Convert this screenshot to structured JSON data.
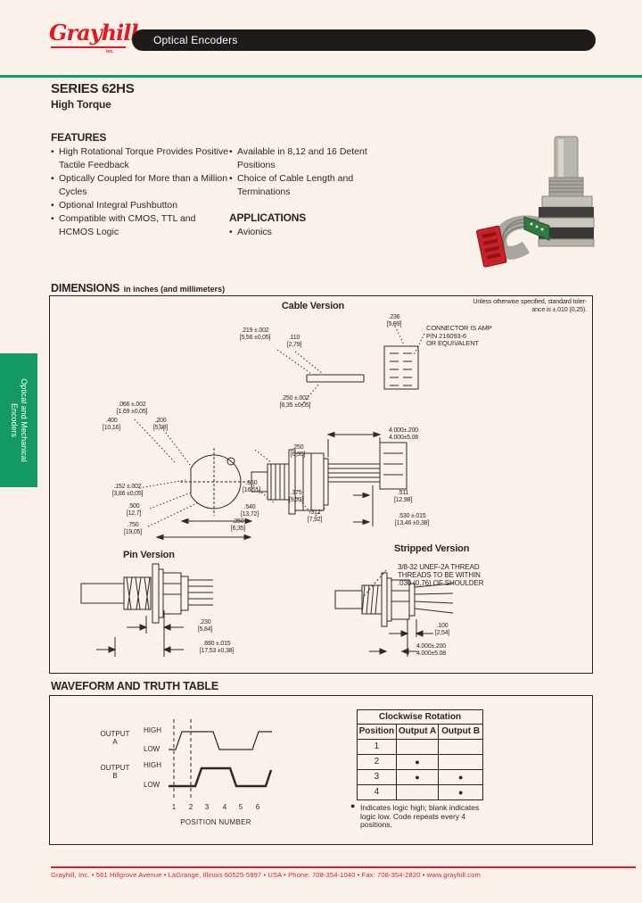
{
  "colors": {
    "background": "#f9f1ea",
    "red": "#e01b24",
    "green": "#129a62",
    "black": "#1f1b1a"
  },
  "header": {
    "logo": "Grayhill",
    "logo_sub": "inc.",
    "banner": "Optical Encoders"
  },
  "title_block": {
    "series": "SERIES 62HS",
    "subtitle": "High Torque"
  },
  "sidebar": {
    "line1": "Optical and Mechanical",
    "line2": "Encoders"
  },
  "features": {
    "heading": "FEATURES",
    "col1": [
      "High Rotational Torque Provides Positive Tactile Feedback",
      "Optically Coupled for More than a Million Cycles",
      "Optional Integral Pushbutton",
      "Compatible with CMOS, TTL and HCMOS Logic"
    ],
    "col2": [
      "Available in 8,12 and 16 Detent Positions",
      "Choice of Cable Length and Terminations"
    ]
  },
  "applications": {
    "heading": "APPLICATIONS",
    "items": [
      "Avionics"
    ]
  },
  "dimensions": {
    "heading": "DIMENSIONS",
    "units_note": "in inches (and millimeters)",
    "tolerance_line1": "Unless otherwise specified, standard toler-",
    "tolerance_line2": "ance is ±.010 (0,25).",
    "cable_label": "Cable Version",
    "pin_label": "Pin Version",
    "stripped_label": "Stripped Version",
    "connector_note": [
      "CONNECTOR IS AMP",
      "P/N 216093-6",
      "OR EQUIVALENT"
    ],
    "thread_note": [
      "3/8-32 UNEF-2A THREAD",
      "THREADS TO BE WITHIN",
      ".030 (0,76) OF SHOULDER"
    ],
    "cable_dims": [
      {
        "in": ".219 ±.002",
        "mm": "[5,56 ±0,05]"
      },
      {
        "in": ".110",
        "mm": "[2,79]"
      },
      {
        "in": ".236",
        "mm": "[5,99]"
      },
      {
        "in": ".250 ±.002",
        "mm": "[6,35 ±0,05]"
      },
      {
        "in": ".066 ±.002",
        "mm": "[1,69 ±0,05]"
      },
      {
        "in": ".400",
        "mm": "[10,16]"
      },
      {
        "in": ".200",
        "mm": "[5,08]"
      },
      {
        "in": ".250",
        "mm": "[6,35]"
      },
      {
        "in": "4.000±.200",
        "mm": "4.000±5.08"
      },
      {
        "in": ".650",
        "mm": "[16,51]"
      },
      {
        "in": ".375",
        "mm": "[9,53]"
      },
      {
        "in": ".152 ±.002",
        "mm": "[3,86 ±0,05]"
      },
      {
        "in": ".500",
        "mm": "[12,7]"
      },
      {
        "in": ".540",
        "mm": "[13,72]"
      },
      {
        "in": ".312",
        "mm": "[7,92]"
      },
      {
        "in": ".750",
        "mm": "[19,05]"
      },
      {
        "in": ".250",
        "mm": "[6,35]"
      },
      {
        "in": ".511",
        "mm": "[12,98]"
      },
      {
        "in": ".530 ±.015",
        "mm": "[13,46 ±0,38]"
      }
    ],
    "pin_dims": [
      {
        "in": ".230",
        "mm": "[5,84]"
      },
      {
        "in": ".690 ±.015",
        "mm": "[17,53 ±0,38]"
      }
    ],
    "stripped_dims": [
      {
        "in": ".100",
        "mm": "[2,54]"
      },
      {
        "in": "4.000±.200",
        "mm": "4.000±5.08"
      }
    ]
  },
  "waveform": {
    "heading": "WAVEFORM AND TRUTH TABLE",
    "output_a_line1": "OUTPUT",
    "output_a_line2": "A",
    "output_b_line1": "OUTPUT",
    "output_b_line2": "B",
    "high": "HIGH",
    "low": "LOW",
    "ticks": [
      "1",
      "2",
      "3",
      "4",
      "5",
      "6"
    ],
    "axis_label": "POSITION NUMBER"
  },
  "truth_table": {
    "title": "Clockwise Rotation",
    "columns": [
      "Position",
      "Output A",
      "Output B"
    ],
    "rows": [
      {
        "position": "1",
        "a": "",
        "b": ""
      },
      {
        "position": "2",
        "a": "●",
        "b": ""
      },
      {
        "position": "3",
        "a": "●",
        "b": "●"
      },
      {
        "position": "4",
        "a": "",
        "b": "●"
      }
    ],
    "footnote_bullet": "●",
    "footnote": "Indicates logic high; blank indicates logic low. Code repeats every 4 positions."
  },
  "footer": {
    "text": "Grayhill, Inc.  •  561 Hillgrove Avenue  •  LaGrange, Illinois   60525-5997  •  USA  •  Phone: 708-354-1040  •  Fax:  708-354-2820  •  www.grayhill.com"
  }
}
